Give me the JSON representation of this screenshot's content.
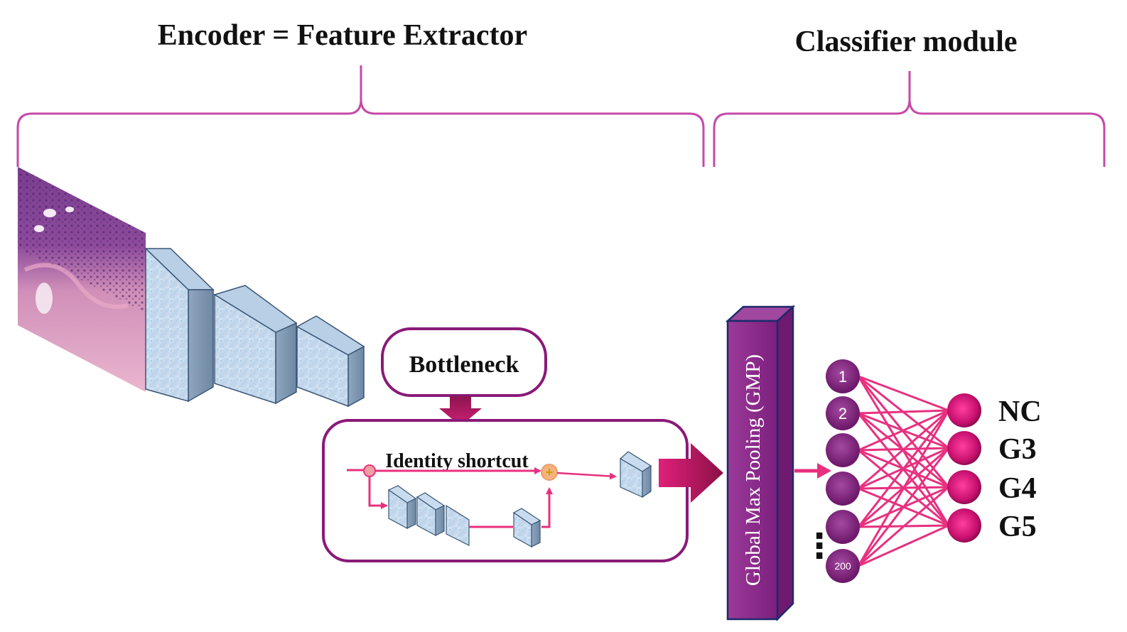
{
  "headings": {
    "encoder": "Encoder = Feature Extractor",
    "classifier": "Classifier module"
  },
  "bottleneck": {
    "label": "Bottleneck",
    "shortcut_label": "Identity shortcut",
    "add_symbol": "+"
  },
  "pooling": {
    "label": "Global Max Pooling (GMP)"
  },
  "hidden_layer": {
    "node_labels": [
      "1",
      "2",
      "",
      "",
      "",
      "200"
    ],
    "ellipsis": "⋮"
  },
  "output_layer": {
    "classes": [
      "NC",
      "G3",
      "G4",
      "G5"
    ]
  },
  "colors": {
    "brace": "#c54aa8",
    "frame": "#8a1a78",
    "arrow": "#b0175e",
    "link": "#e8307f",
    "node": "#7a1f79",
    "output_node": "#d0167a",
    "pool": "#8b2a8a",
    "block": "#c9dcef"
  },
  "icons": {
    "tissue": "histology-image-icon",
    "add": "addition-node-icon"
  }
}
